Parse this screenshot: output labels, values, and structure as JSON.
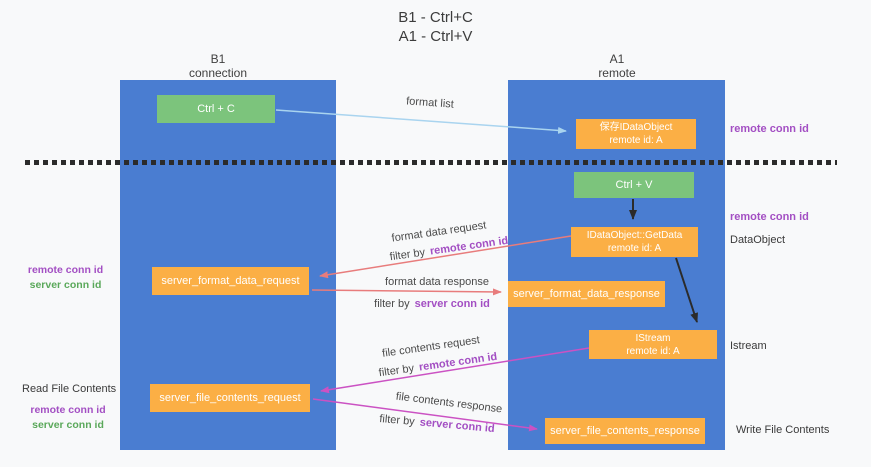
{
  "title": {
    "line1": "B1 - Ctrl+C",
    "line2": "A1 - Ctrl+V"
  },
  "columns": {
    "left": {
      "name": "B1",
      "role": "connection"
    },
    "right": {
      "name": "A1",
      "role": "remote"
    }
  },
  "nodes": {
    "ctrl_c": {
      "label": "Ctrl + C"
    },
    "save_dataobject": {
      "line1": "保存IDataObject",
      "line2": "remote id: A"
    },
    "ctrl_v": {
      "label": "Ctrl + V"
    },
    "getdata": {
      "line1": "IDataObject::GetData",
      "line2": "remote id: A"
    },
    "format_request": {
      "label": "server_format_data_request"
    },
    "format_response": {
      "label": "server_format_data_response"
    },
    "istream": {
      "line1": "IStream",
      "line2": "remote id: A"
    },
    "file_request": {
      "label": "server_file_contents_request"
    },
    "file_response": {
      "label": "server_file_contents_response"
    }
  },
  "right_labels": {
    "remote_conn_top": "remote conn id",
    "remote_conn_mid": "remote conn id",
    "dataobject": "DataObject",
    "istream": "Istream",
    "write_file_contents": "Write File Contents"
  },
  "left_labels": {
    "remote_conn_top": "remote conn id",
    "server_conn_top": "server conn id",
    "read_file_contents": "Read File Contents",
    "remote_conn_bottom": "remote conn id",
    "server_conn_bottom": "server conn id"
  },
  "flow_labels": {
    "format_list": "format list",
    "format_data_request": "format data request",
    "filter1": {
      "prefix": "filter by",
      "value": "remote conn id"
    },
    "format_data_response": "format data response",
    "filter2": {
      "prefix": "filter by",
      "value": "server conn id"
    },
    "file_contents_request": "file contents request",
    "filter3": {
      "prefix": "filter by",
      "value": "remote conn id"
    },
    "file_contents_response": "file contents response",
    "filter4": {
      "prefix": "filter by",
      "value": "server conn id"
    }
  },
  "colors": {
    "background": "#f8f9fa",
    "column_blue": "#4a7dd1",
    "box_green": "#7cc47c",
    "box_orange": "#fbaf45",
    "arrow_salmon": "#e87c7c",
    "arrow_magenta": "#cb52c3",
    "arrow_lightblue": "#a9d4ef",
    "arrow_black": "#2b2b2b",
    "label_purple": "#a34fc3",
    "label_green": "#5aa85a"
  }
}
